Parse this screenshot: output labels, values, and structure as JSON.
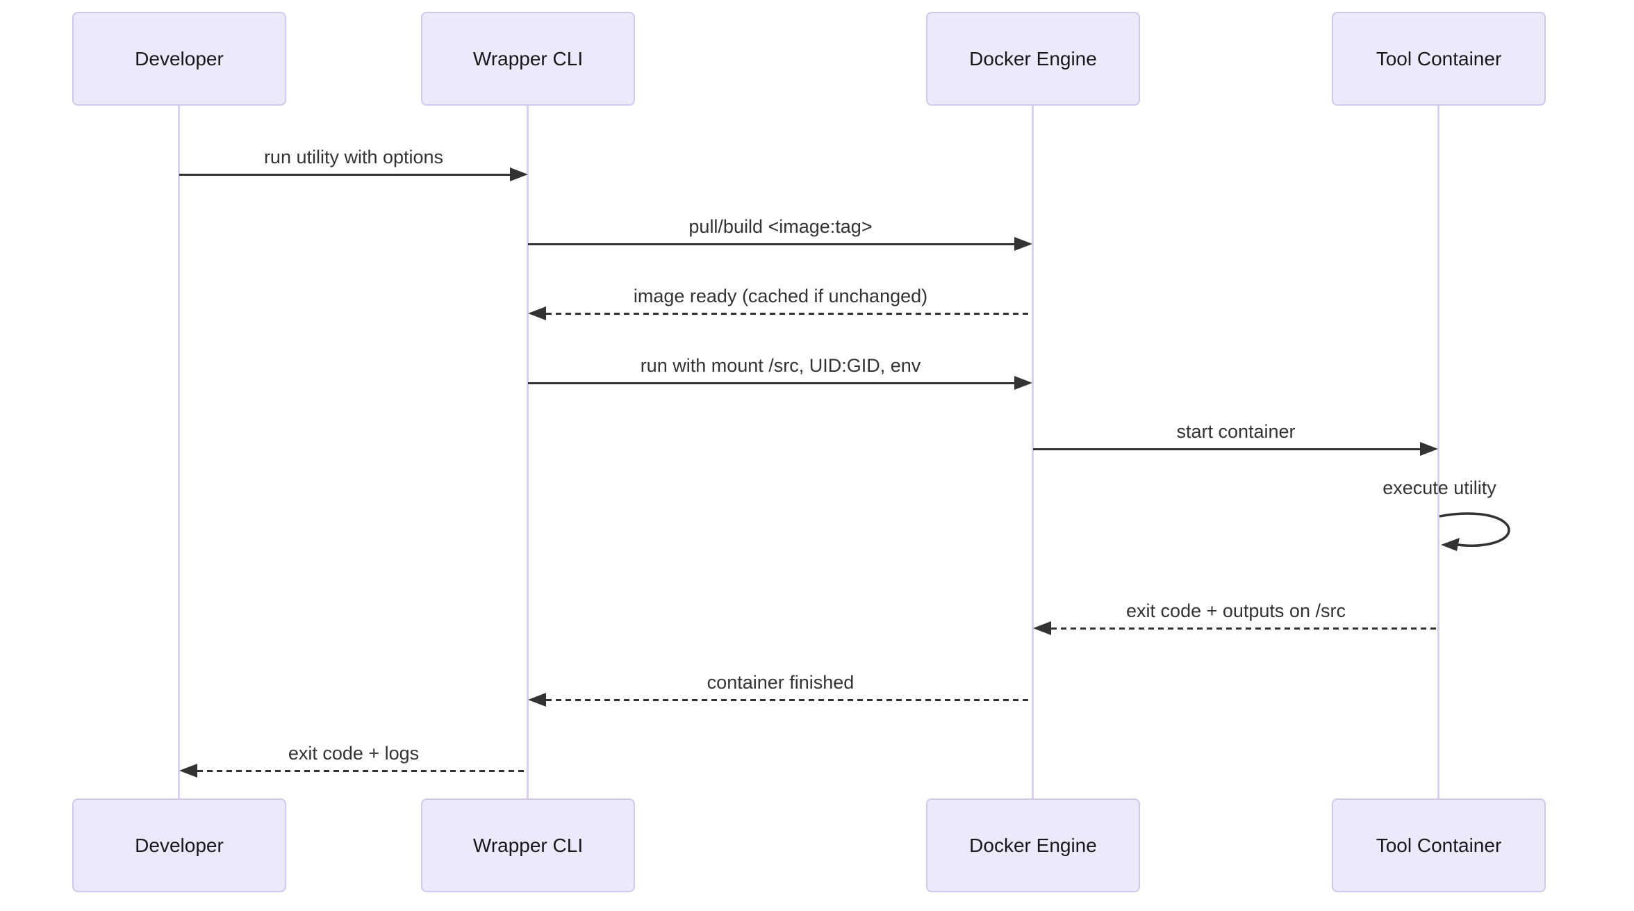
{
  "diagram_type": "sequence",
  "colors": {
    "background": "#ffffff",
    "actor_fill": "#ece9fb",
    "actor_border": "#d3c8ec",
    "lifeline": "#d8d0ee",
    "arrow": "#333333",
    "message_text": "#333333",
    "actor_text": "#17171c"
  },
  "actors": [
    {
      "id": "developer",
      "label": "Developer"
    },
    {
      "id": "wrapper-cli",
      "label": "Wrapper CLI"
    },
    {
      "id": "docker-engine",
      "label": "Docker Engine"
    },
    {
      "id": "tool-container",
      "label": "Tool Container"
    }
  ],
  "messages": [
    {
      "from": "Developer",
      "to": "Wrapper CLI",
      "style": "solid",
      "label": "run utility with options"
    },
    {
      "from": "Wrapper CLI",
      "to": "Docker Engine",
      "style": "solid",
      "label": "pull/build <image:tag>"
    },
    {
      "from": "Docker Engine",
      "to": "Wrapper CLI",
      "style": "dashed",
      "label": "image ready (cached if unchanged)"
    },
    {
      "from": "Wrapper CLI",
      "to": "Docker Engine",
      "style": "solid",
      "label": "run with mount /src, UID:GID, env"
    },
    {
      "from": "Docker Engine",
      "to": "Tool Container",
      "style": "solid",
      "label": "start container"
    },
    {
      "from": "Tool Container",
      "to": "Tool Container",
      "style": "self",
      "label": "execute utility"
    },
    {
      "from": "Tool Container",
      "to": "Docker Engine",
      "style": "dashed",
      "label": "exit code + outputs on /src"
    },
    {
      "from": "Docker Engine",
      "to": "Wrapper CLI",
      "style": "dashed",
      "label": "container finished"
    },
    {
      "from": "Wrapper CLI",
      "to": "Developer",
      "style": "dashed",
      "label": "exit code + logs"
    }
  ]
}
